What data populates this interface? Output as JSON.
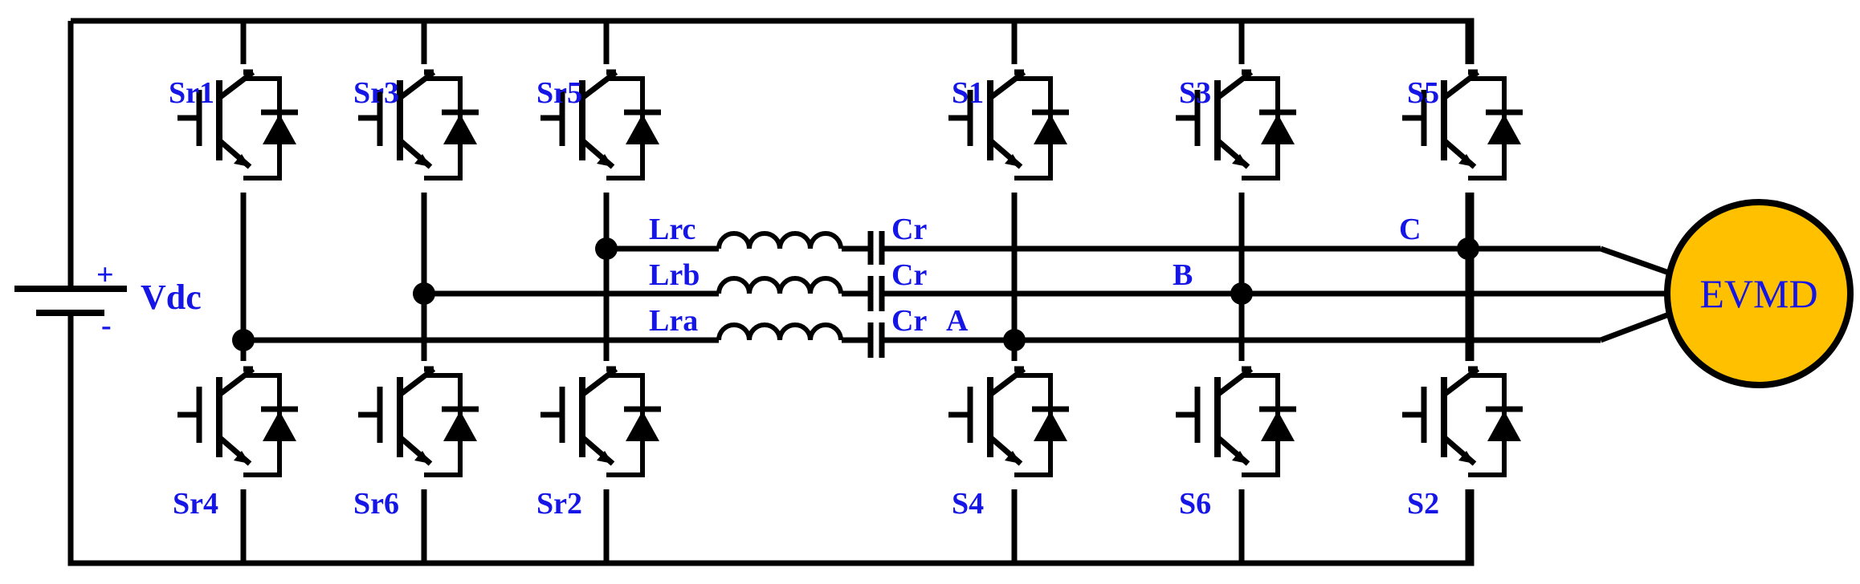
{
  "colors": {
    "wire": "#000000",
    "label": "#1515e6",
    "motor_fill": "#ffc000",
    "motor_stroke": "#000000"
  },
  "source": {
    "label": "Vdc",
    "plus": "+",
    "minus": "-"
  },
  "motor": {
    "label": "EVMD"
  },
  "switches": {
    "sr1": "Sr1",
    "sr3": "Sr3",
    "sr5": "Sr5",
    "sr4": "Sr4",
    "sr6": "Sr6",
    "sr2": "Sr2",
    "s1": "S1",
    "s3": "S3",
    "s5": "S5",
    "s4": "S4",
    "s6": "S6",
    "s2": "S2"
  },
  "inductors": {
    "lrc": "Lrc",
    "lrb": "Lrb",
    "lra": "Lra"
  },
  "capacitors": {
    "crc": "Cr",
    "crb": "Cr",
    "cra": "Cr"
  },
  "phases": {
    "a": "A",
    "b": "B",
    "c": "C"
  }
}
